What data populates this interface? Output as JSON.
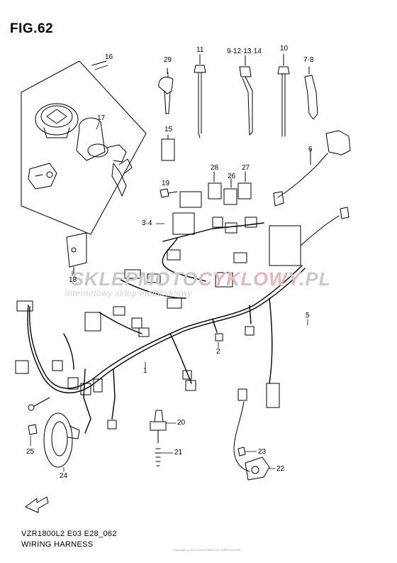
{
  "figure": {
    "title": "FIG.62"
  },
  "footer": {
    "model": "VZR1800L2 E03 E28_062",
    "name": "WIRING HARNESS"
  },
  "watermark": {
    "brand_main": "SKLEPMOTO",
    "brand_accent": "CYKLOWY",
    "brand_suffix": ".PL",
    "tagline": "internetowy sklep motocyklowy"
  },
  "copyright": "Copyright (c) 2012 SUZUKI MOTOR CORPORATION",
  "callouts": [
    "16",
    "17",
    "29",
    "11",
    "9·12·13·14",
    "10",
    "7·8",
    "15",
    "6",
    "19",
    "28",
    "26",
    "27",
    "3·4",
    "18",
    "5",
    "2",
    "1",
    "20",
    "21",
    "25",
    "24",
    "23",
    "22"
  ],
  "icons": {
    "front_arrow": "front-direction-arrow-icon",
    "front_label": "FWD"
  }
}
